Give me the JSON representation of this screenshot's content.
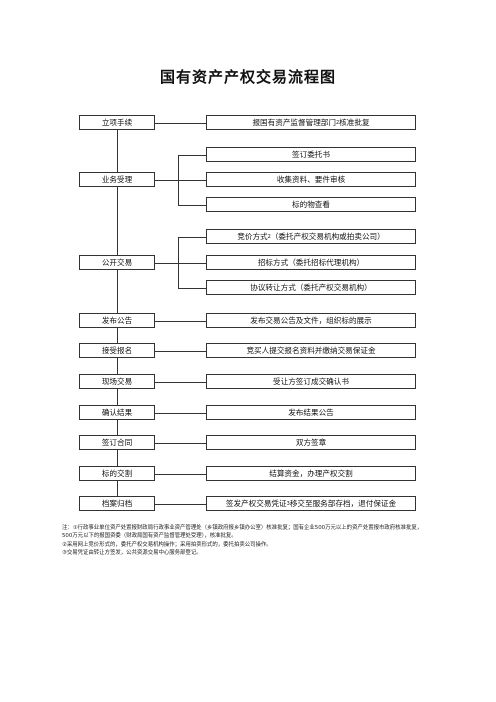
{
  "title": "国有资产产权交易流程图",
  "steps": [
    {
      "label": "立项手续",
      "details": [
        {
          "pre": "报国有资产监督管理部门",
          "sup": "2",
          "post": "核准批复"
        }
      ]
    },
    {
      "label": "业务受理",
      "details": [
        {
          "pre": "签订委托书"
        },
        {
          "pre": "收集资料、要件审核"
        },
        {
          "pre": "标的物查看"
        }
      ]
    },
    {
      "label": "公开交易",
      "details": [
        {
          "pre": "竞价方式",
          "sup": "2",
          "post": "（委托产权交易机构或拍卖公司）"
        },
        {
          "pre": "招标方式（委托招标代理机构）"
        },
        {
          "pre": "协议转让方式（委托产权交易机构）"
        }
      ]
    },
    {
      "label": "发布公告",
      "details": [
        {
          "pre": "发布交易公告及文件，组织标的展示"
        }
      ]
    },
    {
      "label": "接受报名",
      "details": [
        {
          "pre": "竞买人提交报名资料并缴纳交易保证金"
        }
      ]
    },
    {
      "label": "现场交易",
      "details": [
        {
          "pre": "受让方签订成交确认书"
        }
      ]
    },
    {
      "label": "确认结果",
      "details": [
        {
          "pre": "发布结果公告"
        }
      ]
    },
    {
      "label": "签订合同",
      "details": [
        {
          "pre": "双方签章"
        }
      ]
    },
    {
      "label": "标的交割",
      "details": [
        {
          "pre": "结算资金，办理产权交割"
        }
      ]
    },
    {
      "label": "档案归档",
      "details": [
        {
          "pre": "签发产权交易凭证",
          "sup": "3",
          "post": "移交至服务部存档，退付保证金"
        }
      ]
    }
  ],
  "notes": [
    "注：①行政事业单位资产处置报财政局行政事业资产管理处（乡镇政府报乡镇办公室）核准批复；国有企业500万元以上的资产处置报市政府核准批复，500万元以下的报国资委（财政局国有资产监督管理处受理），核准批复。",
    "②采用网上竞价形式的，委托产权交易机构操作；采用拍卖形式的，委托拍卖公司操作。",
    "③交易凭证由转让方签发，公共资源交易中心服务部登记。"
  ]
}
